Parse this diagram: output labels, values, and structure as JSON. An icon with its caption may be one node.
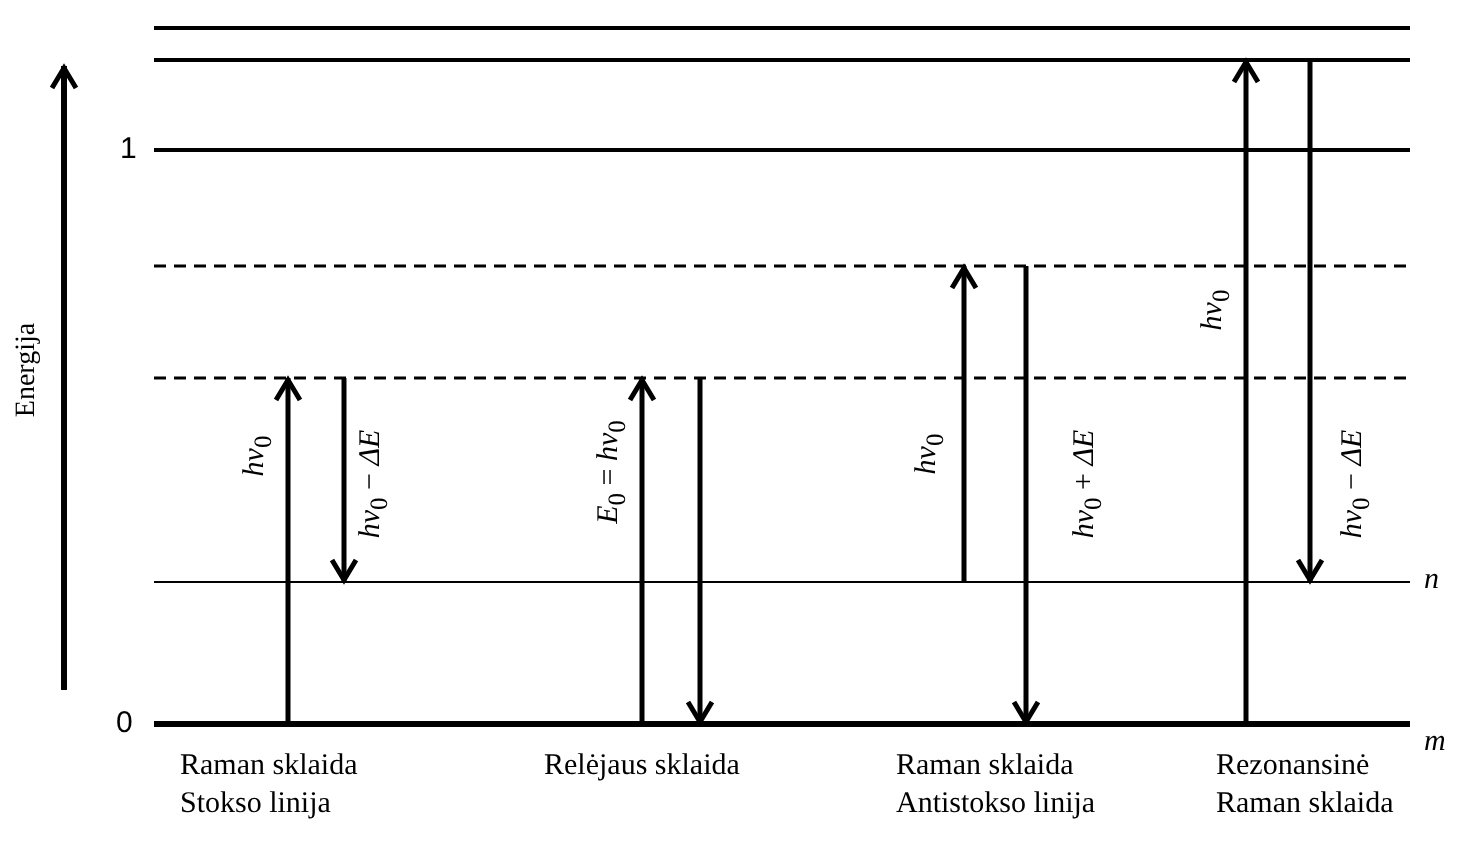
{
  "diagram": {
    "labels": [
      "Energija",
      "1",
      "0",
      "n",
      "m",
      "*hv*$_{0}$",
      "*hv*$_{0}$ − *ΔE*",
      "*E*$_{0}$ = *hv*$_{0}$",
      "*hv*$_{0}$",
      "*hv*$_{0}$ + *ΔE*",
      "*hv*$_{0}$",
      "*hv*$_{0}$ − *ΔE*",
      "Raman sklaida Stokso linija",
      "Relėjaus sklaida",
      "Raman sklaida Antistokso linija",
      "Rezonansinė Raman sklaida"
    ]
  }
}
